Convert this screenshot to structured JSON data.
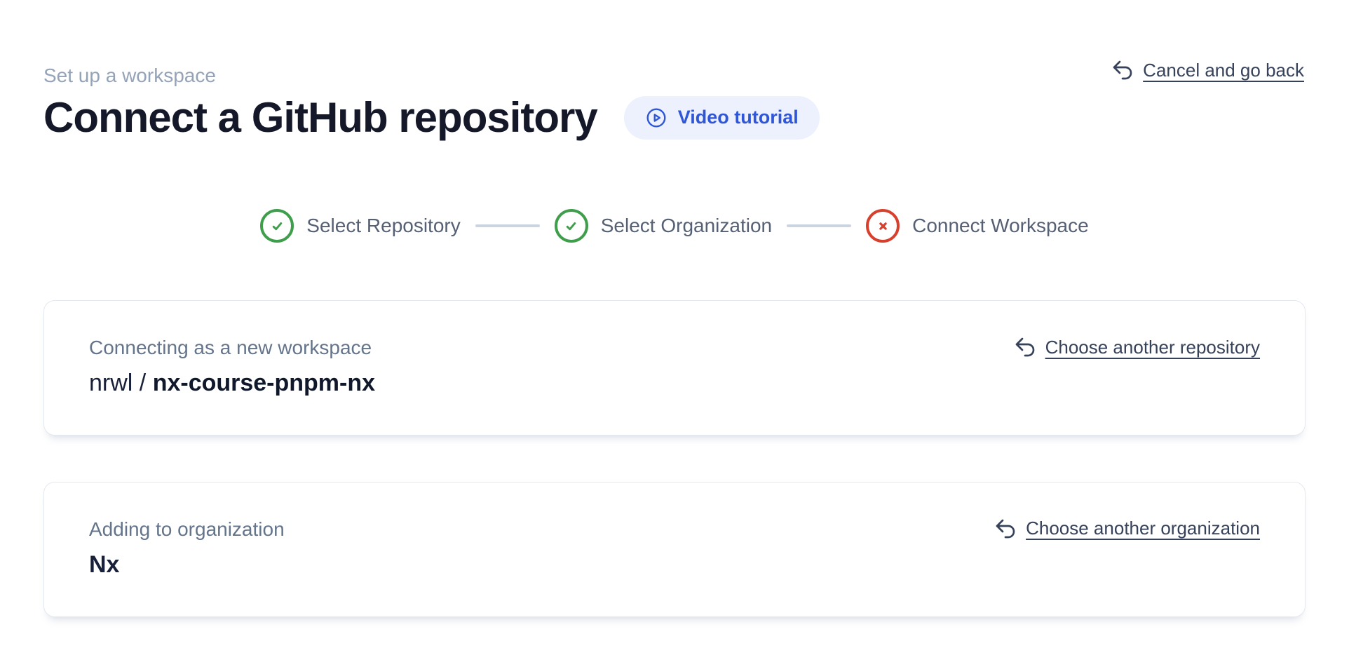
{
  "page": {
    "eyebrow": "Set up a workspace",
    "title": "Connect a GitHub repository",
    "video_button_label": "Video tutorial",
    "cancel_link_label": "Cancel and go back"
  },
  "stepper": {
    "steps": [
      {
        "label": "Select Repository",
        "status": "complete",
        "icon": "check-circle-icon"
      },
      {
        "label": "Select Organization",
        "status": "complete",
        "icon": "check-circle-icon"
      },
      {
        "label": "Connect Workspace",
        "status": "error",
        "icon": "x-circle-icon"
      }
    ]
  },
  "cards": {
    "repository": {
      "label": "Connecting as a new workspace",
      "owner": "nrwl /",
      "repo": "nx-course-pnpm-nx",
      "action_label": "Choose another repository"
    },
    "organization": {
      "label": "Adding to organization",
      "name": "Nx",
      "action_label": "Choose another organization"
    }
  },
  "colors": {
    "accent_blue": "#2e56d6",
    "accent_blue_bg": "#edf1fd",
    "success_green": "#3f9e4b",
    "error_red": "#d8402e",
    "connector_gray": "#cbd5e1",
    "muted_text": "#64748b",
    "eyebrow_text": "#94a3b8",
    "link_text": "#36415a",
    "title_text": "#141829"
  }
}
